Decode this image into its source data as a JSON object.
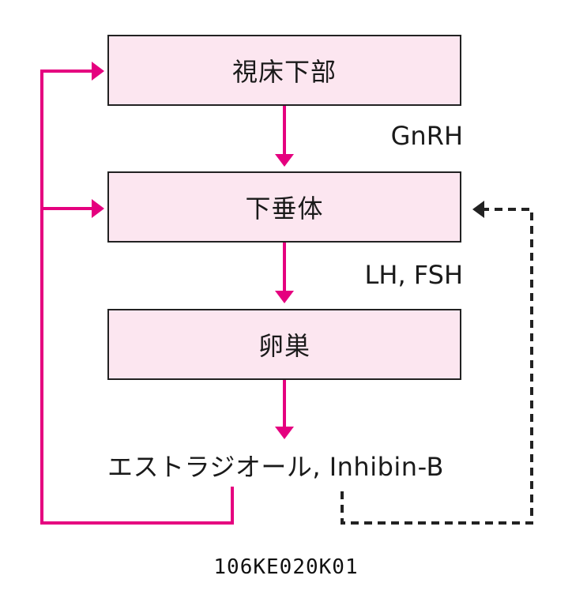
{
  "boxes": {
    "hypothalamus": "視床下部",
    "pituitary": "下垂体",
    "ovary": "卵巣"
  },
  "signals": {
    "gnrh": "GnRH",
    "lh_fsh": "LH, FSH",
    "ovarian_hormones": "エストラジオール, Inhibin-B"
  },
  "caption": "106KE020K01",
  "colors": {
    "accent": "#e5007f",
    "box_fill": "#fce6f0",
    "dashed": "#222222"
  }
}
